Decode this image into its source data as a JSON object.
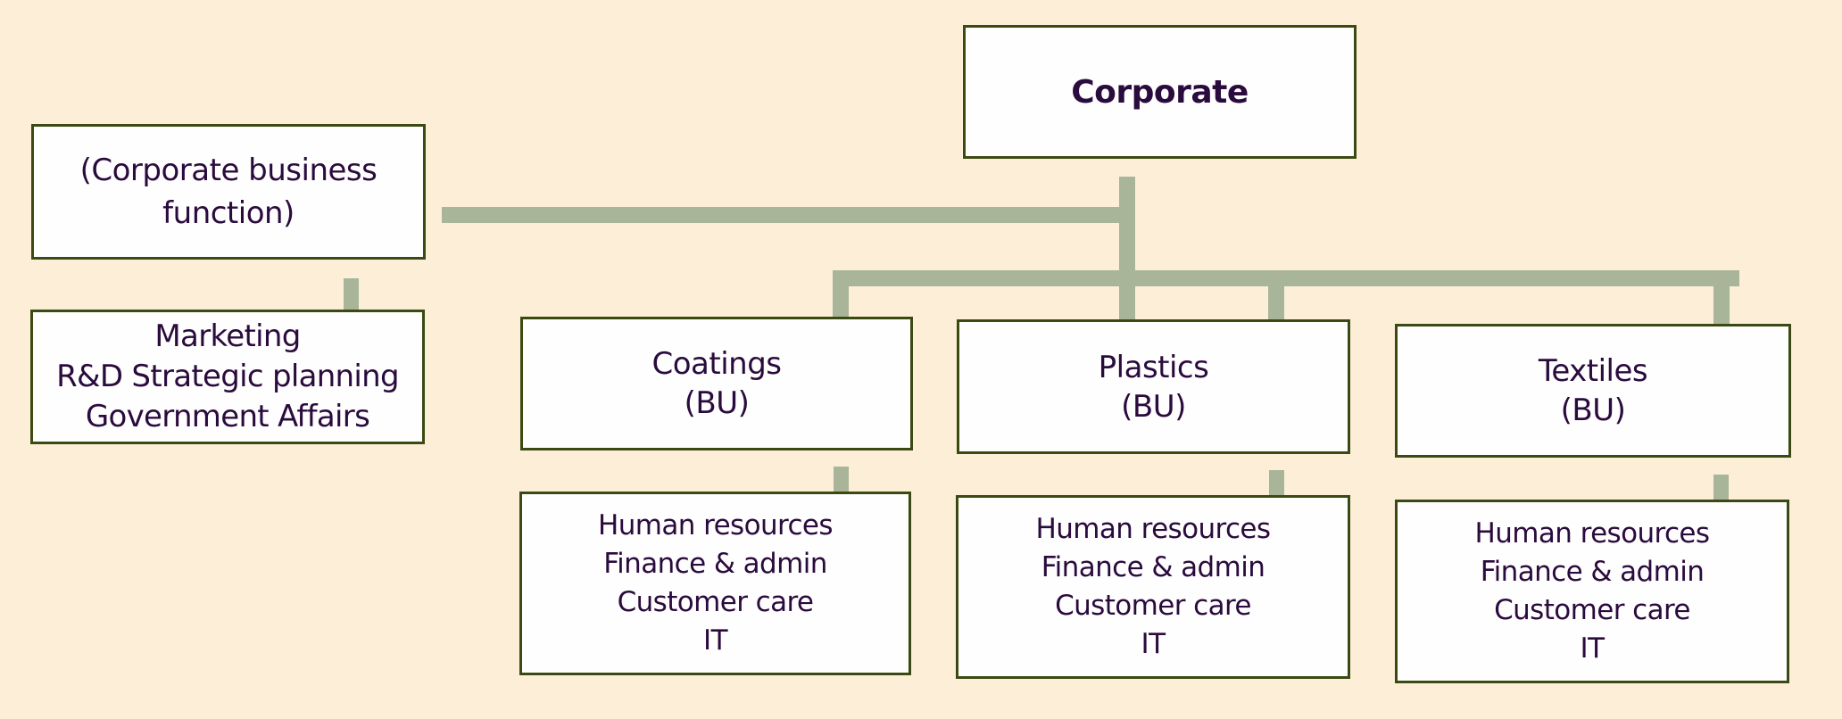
{
  "colors": {
    "background": "#fdeed8",
    "box_border": "#3b4a12",
    "box_fill": "#fffefe",
    "text": "#2a0b3d",
    "connector": "#a9b598"
  },
  "corporate": {
    "label": "Corporate"
  },
  "corporate_function": {
    "label_lines": [
      "(Corporate business",
      "function)"
    ],
    "functions": [
      "Marketing",
      "R&D Strategic planning",
      "Government Affairs"
    ]
  },
  "business_units": [
    {
      "name": "Coatings",
      "type": "(BU)",
      "support_functions": [
        "Human resources",
        "Finance & admin",
        "Customer care",
        "IT"
      ]
    },
    {
      "name": "Plastics",
      "type": "(BU)",
      "support_functions": [
        "Human resources",
        "Finance & admin",
        "Customer care",
        "IT"
      ]
    },
    {
      "name": "Textiles",
      "type": "(BU)",
      "support_functions": [
        "Human resources",
        "Finance & admin",
        "Customer care",
        "IT"
      ]
    }
  ]
}
